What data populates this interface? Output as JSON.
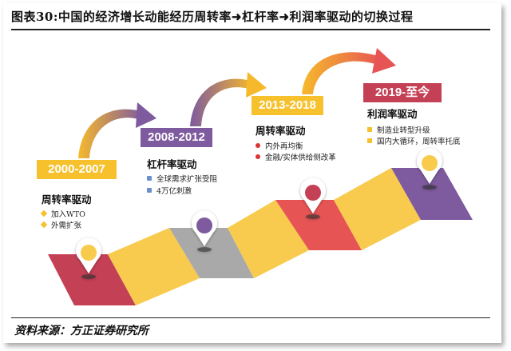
{
  "title": "图表30:中国的经济增长动能经历周转率➜杠杆率➜利润率驱动的切换过程",
  "footer": "资料来源：方正证券研究所",
  "colors": {
    "red": "#C44055",
    "yellow": "#F8CB4E",
    "purple": "#7E5A9E",
    "gray": "#A9A9A9",
    "coral": "#E65454",
    "label_yellow": "#F6C12D",
    "label_purple": "#7E5A9E",
    "label_red": "#C44055"
  },
  "stages": [
    {
      "period": "2000-2007",
      "driver": "周转率驱动",
      "bullets": [
        "加入WTO",
        "外需扩张"
      ]
    },
    {
      "period": "2008-2012",
      "driver": "杠杆率驱动",
      "bullets": [
        "全球需求扩张受阻",
        "4万亿刺激"
      ]
    },
    {
      "period": "2013-2018",
      "driver": "周转率驱动",
      "bullets": [
        "内外再均衡",
        "金融/实体供给侧改革"
      ]
    },
    {
      "period": "2019-至今",
      "driver": "利润率驱动",
      "bullets": [
        "制造业转型升级",
        "国内大循环，周转率托底"
      ]
    }
  ]
}
